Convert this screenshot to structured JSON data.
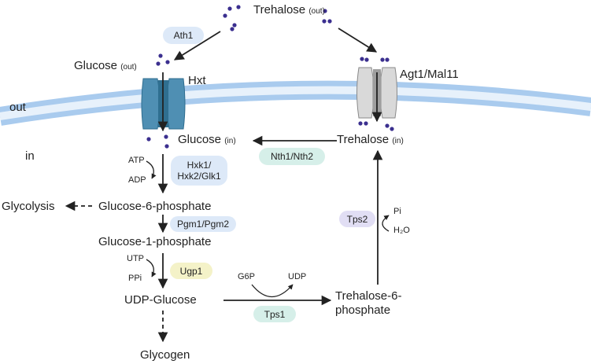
{
  "labels": {
    "trehalose_out": "Trehalose",
    "trehalose_out_sub": "(out)",
    "glucose_out": "Glucose",
    "glucose_out_sub": "(out)",
    "hxt": "Hxt",
    "agt1": "Agt1/Mal11",
    "out": "out",
    "in": "in",
    "glucose_in": "Glucose",
    "glucose_in_sub": "(in)",
    "trehalose_in": "Trehalose",
    "trehalose_in_sub": "(in)",
    "atp": "ATP",
    "adp": "ADP",
    "glycolysis": "Glycolysis",
    "g6p_full": "Glucose-6-phosphate",
    "g1p_full": "Glucose-1-phosphate",
    "utp": "UTP",
    "ppi": "PPi",
    "udp_glucose": "UDP-Glucose",
    "g6p_short": "G6P",
    "udp": "UDP",
    "t6p_line1": "Trehalose-6-",
    "t6p_line2": "phosphate",
    "pi": "Pi",
    "h2o": "H₂O",
    "glycogen": "Glycogen"
  },
  "enzymes": {
    "ath1": "Ath1",
    "hxk_line1": "Hxk1/",
    "hxk_line2": "Hxk2/Glk1",
    "nth": "Nth1/Nth2",
    "pgm": "Pgm1/Pgm2",
    "ugp1": "Ugp1",
    "tps1": "Tps1",
    "tps2": "Tps2"
  },
  "colors": {
    "membrane": "#a9cbee",
    "membrane_core": "#e7f1fb",
    "hxt_transporter": "#4f8fb3",
    "agt1_transporter": "#d9d9d9",
    "molecule_dot": "#3b2f8f",
    "arrow": "#222222"
  }
}
